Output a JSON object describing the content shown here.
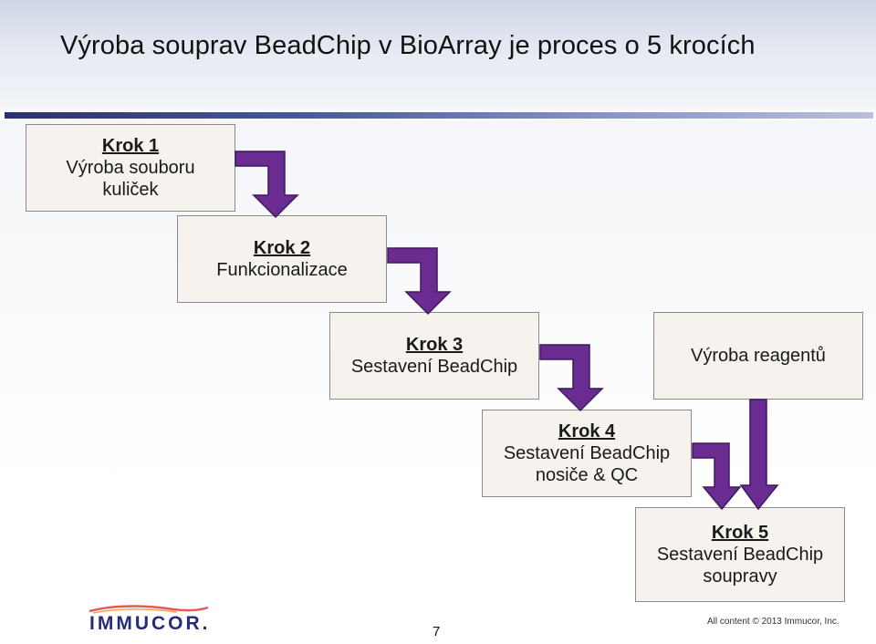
{
  "slide": {
    "title": "Výroba souprav BeadChip v BioArray je proces o 5 krocích",
    "page_number": "7",
    "copyright": "All content © 2013 Immucor, Inc.",
    "logo": "IMMUCOR."
  },
  "steps": [
    {
      "step": "Krok 1",
      "lines": [
        "Výroba souboru",
        "kuliček"
      ]
    },
    {
      "step": "Krok 2",
      "lines": [
        "Funkcionalizace"
      ]
    },
    {
      "step": "Krok 3",
      "lines": [
        "Sestavení BeadChip"
      ]
    },
    {
      "step": "Krok 4",
      "lines": [
        "Sestavení BeadChip",
        "nosiče & QC"
      ]
    },
    {
      "step": "Krok 5",
      "lines": [
        "Sestavení BeadChip",
        "soupravy"
      ]
    }
  ],
  "reagents": {
    "label": "Výroba reagentů"
  },
  "colors": {
    "arrow_fill": "#6a2c91",
    "arrow_stroke": "#3d1a5e",
    "box_fill": "#f6f3ee",
    "title_bar": "#2a2f7a"
  }
}
